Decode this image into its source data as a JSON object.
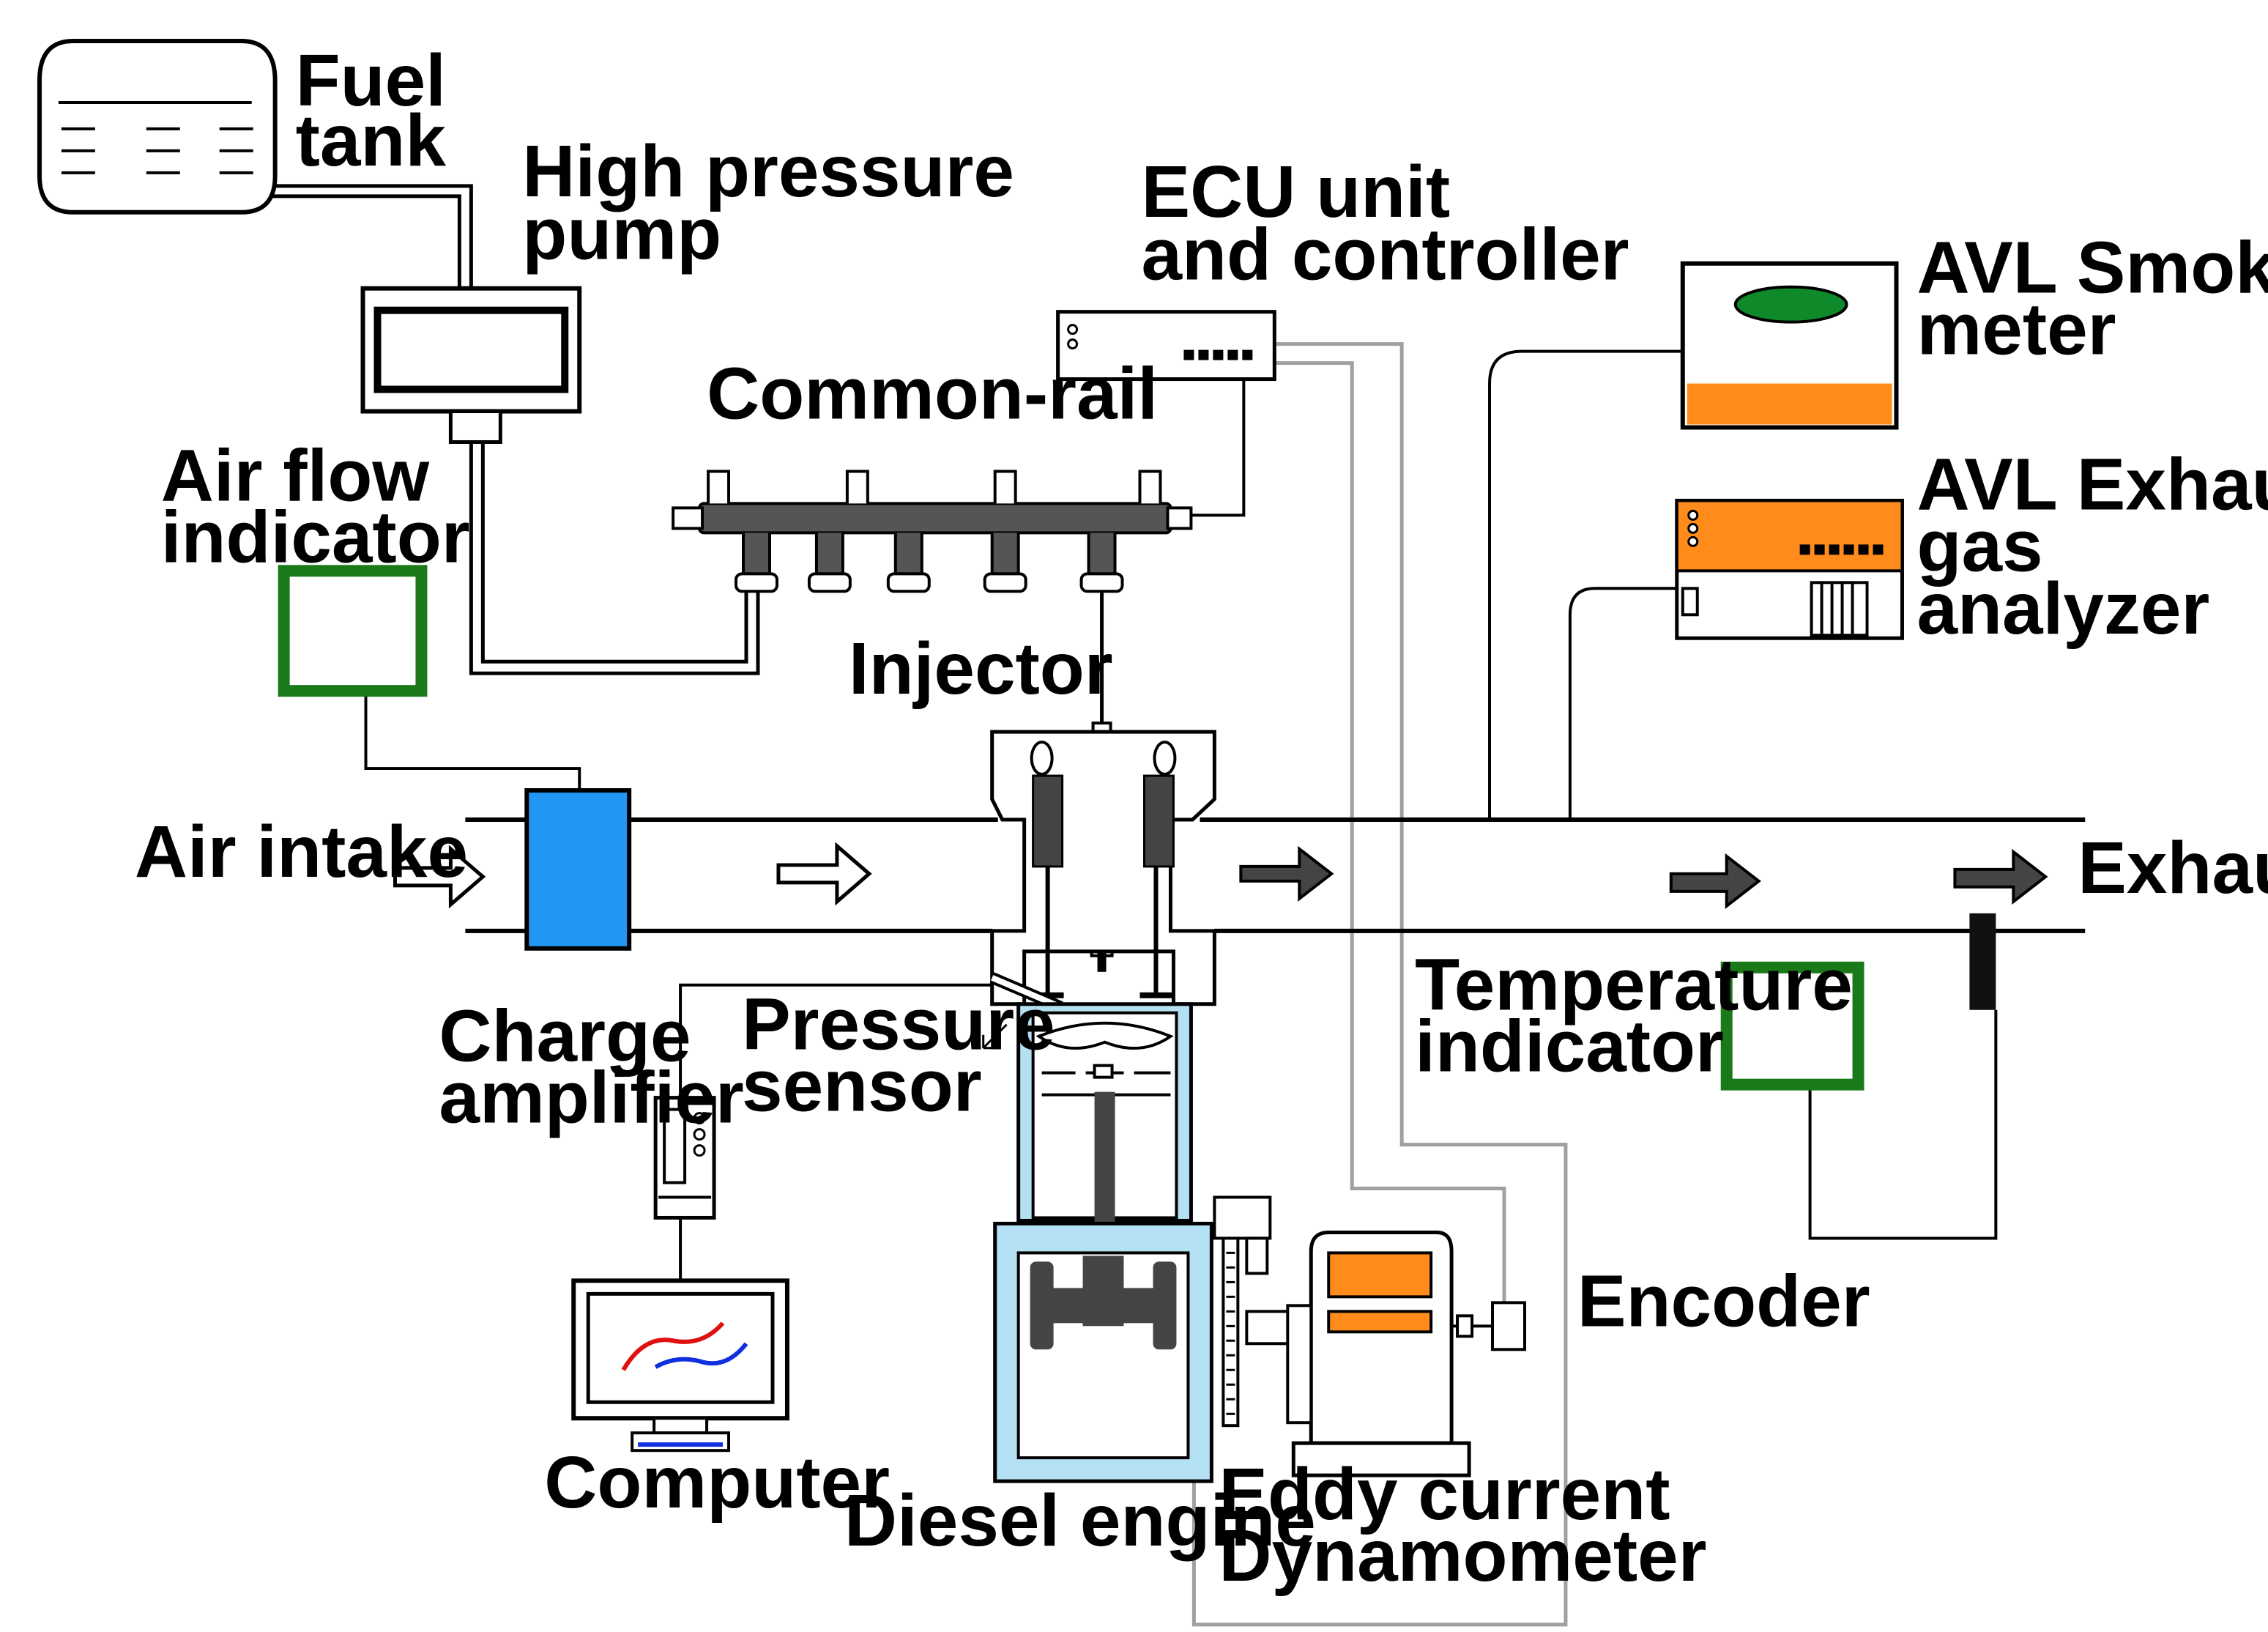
{
  "labels": {
    "fuel_tank_1": "Fuel",
    "fuel_tank_2": "tank",
    "hp_pump_1": "High pressure",
    "hp_pump_2": "pump",
    "ecu_1": "ECU unit",
    "ecu_2": "and controller",
    "common_rail": "Common-rail",
    "air_flow_1": "Air flow",
    "air_flow_2": "indicator",
    "injector": "Injector",
    "air_intake": "Air intake",
    "exhaust": "Exhaust",
    "smoke_1": "AVL Smoke",
    "smoke_2": "meter",
    "gas_1": "AVL Exhaust",
    "gas_2": "gas",
    "gas_3": "analyzer",
    "charge_1": "Charge",
    "charge_2": "amplifier",
    "pressure_1": "Pressure",
    "pressure_2": "sensor",
    "temp_1": "Temperature",
    "temp_2": "indicator",
    "encoder": "Encoder",
    "computer": "Computer",
    "diesel": "Diesel engine",
    "eddy_1": "Eddy current",
    "eddy_2": "Dynamometer"
  },
  "colors": {
    "indicator_green": "#1a7a1a",
    "intake_blue": "#2196f3",
    "smoke_green": "#0e8a2a",
    "instrument_orange": "#ff8c1a",
    "engine_blue": "#b3e0f2",
    "dark_part": "#444444",
    "signal_gray": "#a0a0a0",
    "trace_red": "#e01010",
    "trace_blue": "#1030e0"
  }
}
